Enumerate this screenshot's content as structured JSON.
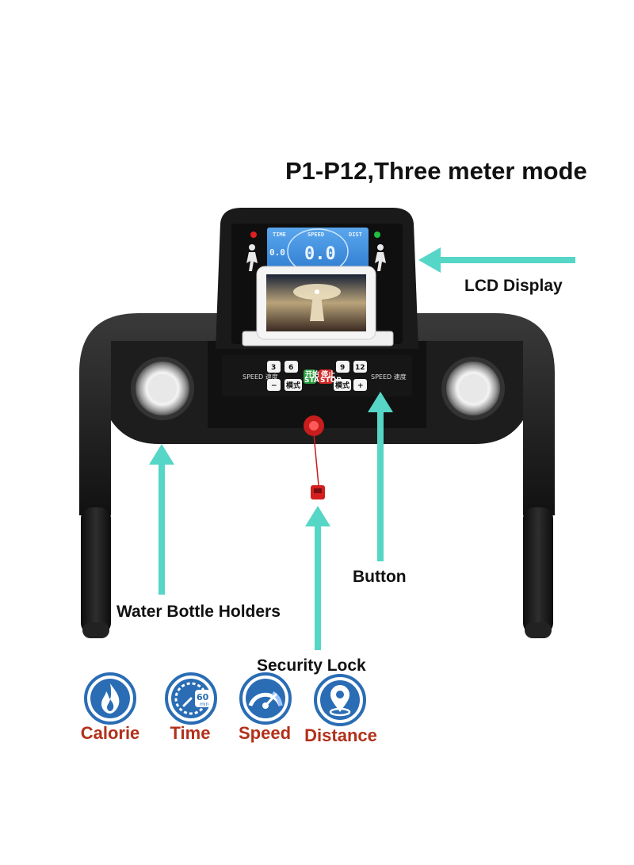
{
  "title": "P1-P12,Three meter mode",
  "callouts": {
    "lcd_display": "LCD Display",
    "button": "Button",
    "water_bottle_holders": "Water Bottle Holders",
    "security_lock": "Security Lock"
  },
  "lcd": {
    "left_value": "0.0",
    "center_value": "0.0",
    "header_left": "TIME",
    "header_center": "SPEED",
    "header_right": "DIST"
  },
  "panel": {
    "speed_label_left": "SPEED 速度",
    "speed_label_right": "SPEED 速度",
    "keys": {
      "k3": "3",
      "k6": "6",
      "k9": "9",
      "k12": "12",
      "minus": "−",
      "plus": "+",
      "mode_left": "模式",
      "mode_right": "模式",
      "start": "开始",
      "start_en": "START",
      "stop": "停止",
      "stop_en": "STOP"
    }
  },
  "features": [
    {
      "label": "Calorie",
      "icon": "flame-icon"
    },
    {
      "label": "Time",
      "icon": "stopwatch-icon",
      "badge": "60",
      "badge_unit": "min"
    },
    {
      "label": "Speed",
      "icon": "speedometer-icon"
    },
    {
      "label": "Distance",
      "icon": "location-pin-icon"
    }
  ],
  "colors": {
    "arrow": "#55d6c6",
    "icon_ring": "#2a6db5",
    "icon_label": "#b3301a",
    "frame": "#1b1b1b",
    "lcd": "#3b8ee0"
  }
}
